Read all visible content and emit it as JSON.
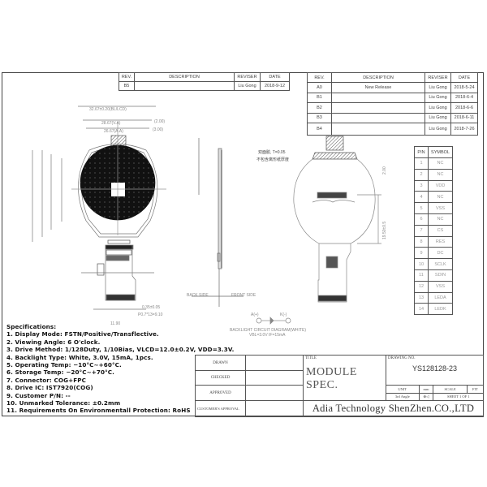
{
  "rev_table_left": {
    "headers": [
      "REV.",
      "DESCRIPTION",
      "REVISER",
      "DATE"
    ],
    "rows": [
      [
        "B5",
        "",
        "Liu Gong",
        "2018-9-12"
      ]
    ]
  },
  "rev_table_right": {
    "headers": [
      "REV.",
      "DESCRIPTION",
      "REVISER",
      "DATE"
    ],
    "rows": [
      [
        "A0",
        "New Release",
        "Liu Gong",
        "2018-5-24"
      ],
      [
        "B1",
        "",
        "Liu Gong",
        "2018-6-4"
      ],
      [
        "B2",
        "",
        "Liu Gong",
        "2018-6-6"
      ],
      [
        "B3",
        "",
        "Liu Gong",
        "2018-6-11"
      ],
      [
        "B4",
        "",
        "Liu Gong",
        "2018-7-26"
      ]
    ]
  },
  "pin_table": {
    "headers": [
      "PIN",
      "SYMBOL"
    ],
    "rows": [
      [
        "1",
        "NC"
      ],
      [
        "2",
        "NC"
      ],
      [
        "3",
        "VDD"
      ],
      [
        "4",
        "NC"
      ],
      [
        "5",
        "VSS"
      ],
      [
        "6",
        "NC"
      ],
      [
        "7",
        "CS"
      ],
      [
        "8",
        "RES"
      ],
      [
        "9",
        "DC"
      ],
      [
        "10",
        "SCLK"
      ],
      [
        "11",
        "SDIN"
      ],
      [
        "12",
        "VSS"
      ],
      [
        "13",
        "LEDA"
      ],
      [
        "14",
        "LEDK"
      ]
    ]
  },
  "drawing_labels": {
    "bl_width": "32.67±0.20(BL/LCD)",
    "va": "28.67(V.A)",
    "aa": "26.67(A.A)",
    "gap1": "(2.00)",
    "gap2": "(3.00)",
    "pitch": "0.35±0.05",
    "pins": "P0.7*13=9.10",
    "fpc_w": "11.90",
    "tail": "19.50±0.5",
    "tab": "2.00",
    "tape": "双面胶, T=0.05",
    "tape_note": "不包含离形纸厚度",
    "front_side": "FRONT SIDE",
    "back_side": "BACK SIDE",
    "anode": "A(+)",
    "cathode": "K(-)",
    "bl_circuit": "BACKLIGHT CIRCUIT DIAGRAM(WHITE)",
    "bl_spec": "VBL=3.0V IF=15mA"
  },
  "specs": {
    "title": "Specifications:",
    "items": [
      "1. Display Mode: FSTN/Positive/Transflective.",
      "2. Viewing Angle: 6 O'clock.",
      "3. Drive Method: 1/128Duty, 1/10Bias, VLCD=12.0±0.2V, VDD=3.3V.",
      "4. Backlight Type: White, 3.0V, 15mA, 1pcs.",
      "5. Operating Temp: −10°C~+60°C.",
      "6. Storage Temp: −20°C~+70°C.",
      "7. Connector: COG+FPC",
      "8. Drive IC: IST7920(COG)",
      "9. Customer P/N: --",
      "10. Unmarked Tolerance: ±0.2mm",
      "11. Requirements On Environmentall Protection: RoHS"
    ]
  },
  "title_block": {
    "drawn": "DRAWN",
    "checked": "CHECKED",
    "approved": "APPROVED",
    "customer": "CUSTOMER'S APPROVAL",
    "title_label": "TITLE",
    "title": "MODULE SPEC.",
    "drawing_no_label": "DRAWING NO.",
    "drawing_no": "YS128128-23",
    "unit": "UNIT",
    "unit_val": "mm",
    "scale": "SCALE",
    "fit": "FIT",
    "angle": "3rd Angle",
    "sheet": "SHEET 1 OF 1",
    "company": "Adia Technology ShenZhen.CO.,LTD"
  }
}
